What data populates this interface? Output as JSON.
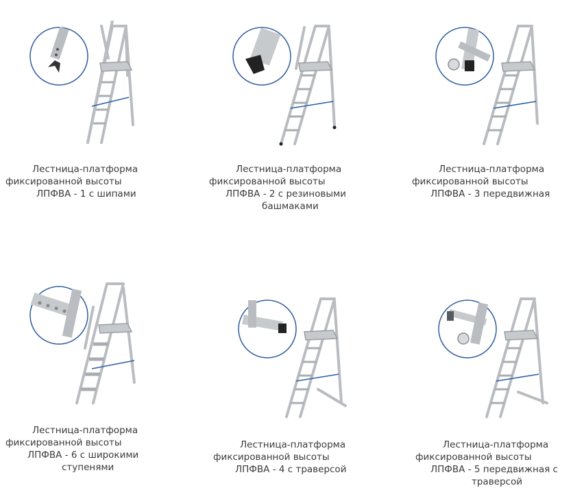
{
  "products": [
    {
      "lines": [
        "Лестница-платформа",
        "фиксированной высоты",
        "ЛПФВА - 1 с шипами"
      ],
      "detail": "spike-foot-icon",
      "colors": {
        "frame": "#b9bcc0",
        "brace": "#2a5ea8",
        "ring": "#2f5d9c"
      }
    },
    {
      "lines": [
        "Лестница-платформа",
        "фиксированной высоты",
        "ЛПФВА - 2 с резиновыми",
        "башмаками"
      ],
      "detail": "rubber-shoe-icon",
      "colors": {
        "frame": "#b9bcc0",
        "brace": "#2a5ea8",
        "ring": "#2f5d9c"
      }
    },
    {
      "lines": [
        "Лестница-платформа",
        "фиксированной высоты",
        "ЛПФВА - 3 передвижная"
      ],
      "detail": "wheel-icon",
      "colors": {
        "frame": "#b9bcc0",
        "brace": "#2a5ea8",
        "ring": "#2f5d9c"
      }
    },
    {
      "lines": [
        "Лестница-платформа",
        "фиксированной высоты",
        "ЛПФВА - 6 с широкими",
        "ступенями"
      ],
      "detail": "wide-step-icon",
      "colors": {
        "frame": "#b9bcc0",
        "brace": "#2a5ea8",
        "ring": "#2f5d9c"
      }
    },
    {
      "lines": [
        "Лестница-платформа",
        "фиксированной высоты",
        "ЛПФВА - 4 с траверсой"
      ],
      "detail": "traverse-foot-icon",
      "colors": {
        "frame": "#b9bcc0",
        "brace": "#2a5ea8",
        "ring": "#2f5d9c"
      }
    },
    {
      "lines": [
        "Лестница-платформа",
        "фиксированной высоты",
        "ЛПФВА - 5 передвижная с",
        "траверсой"
      ],
      "detail": "wheel-traverse-icon",
      "colors": {
        "frame": "#b9bcc0",
        "brace": "#2a5ea8",
        "ring": "#2f5d9c"
      }
    }
  ]
}
